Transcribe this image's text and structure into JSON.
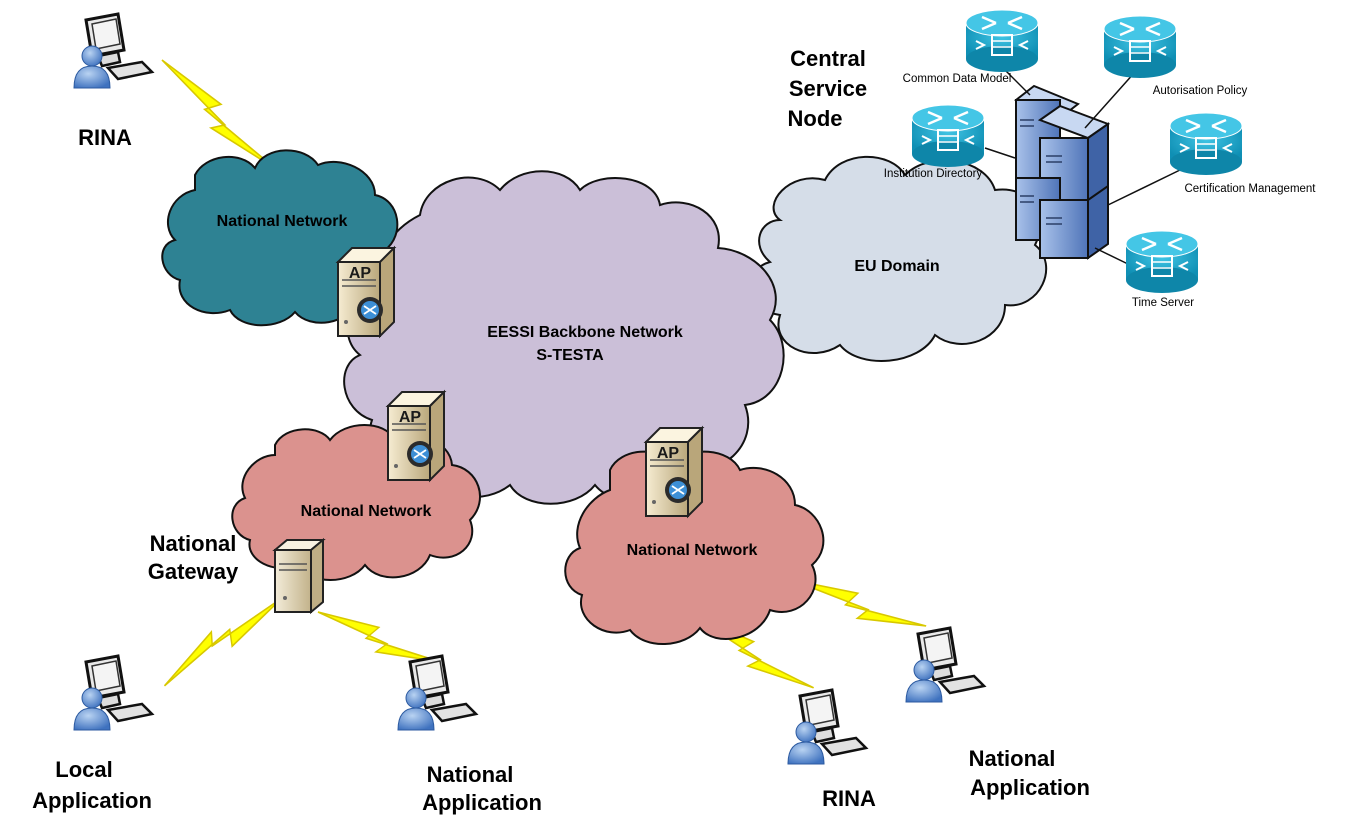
{
  "clouds": {
    "backbone": {
      "line1": "EESSI Backbone  Network",
      "line2": "S-TESTA"
    },
    "nn_top": "National Network",
    "nn_left": "National Network",
    "nn_mid": "National Network",
    "eu": "EU Domain"
  },
  "central": {
    "line1": "Central",
    "line2": "Service",
    "line3": "Node"
  },
  "services": {
    "common_data_model": "Common Data Model",
    "autorisation_policy": "Autorisation Policy",
    "institution_directory": "Institution Directory",
    "certification_management": "Certification Management",
    "time_server": "Time Server"
  },
  "ap_label": "AP",
  "labels": {
    "rina_top": "RINA",
    "gateway_line1": "National",
    "gateway_line2": "Gateway",
    "local_line1": "Local",
    "local_line2": "Application",
    "natapp_left_line1": "National",
    "natapp_left_line2": "Application",
    "rina_bottom": "RINA",
    "natapp_right_line1": "National",
    "natapp_right_line2": "Application"
  },
  "colors": {
    "backbone": "#cbbfd8",
    "national_teal": "#2e8293",
    "national_pink": "#db928e",
    "eu_domain": "#d5dde8",
    "router": "#1ba4c8",
    "lightning": "#ffff00",
    "server_blue": "#7d9fd3"
  }
}
